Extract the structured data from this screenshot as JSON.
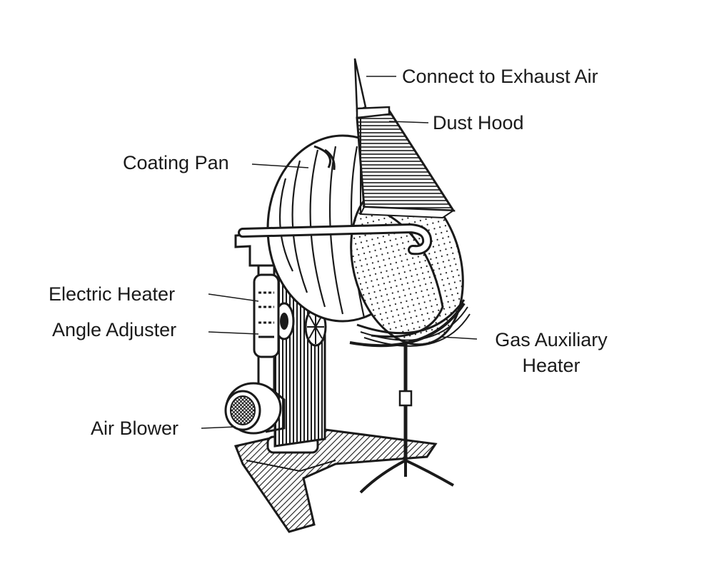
{
  "labels": {
    "exhaust": "Connect to Exhaust Air",
    "dust_hood": "Dust Hood",
    "coating_pan": "Coating Pan",
    "electric_heater": "Electric Heater",
    "angle_adjuster": "Angle Adjuster",
    "gas_heater_line1": "Gas Auxiliary",
    "gas_heater_line2": "Heater",
    "air_blower": "Air Blower"
  },
  "colors": {
    "ink": "#1a1a1a",
    "background": "#ffffff"
  }
}
